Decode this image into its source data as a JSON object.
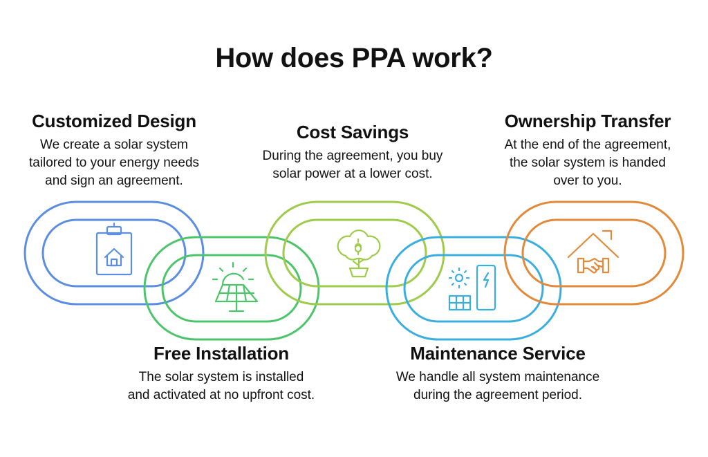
{
  "title": "How does PPA work?",
  "colors": {
    "blue": "#5b8ee0",
    "green": "#4cc56a",
    "lime": "#9ecc4a",
    "cyan": "#3aaede",
    "orange": "#e2893a"
  },
  "steps": [
    {
      "heading": "Customized Design",
      "lines": [
        "We create a solar system",
        "tailored to your energy needs",
        "and sign an agreement."
      ],
      "icon": "clipboard-house-icon",
      "color": "blue"
    },
    {
      "heading": "Free Installation",
      "lines": [
        "The solar system is installed",
        "and activated at no upfront cost."
      ],
      "icon": "solar-panel-sun-icon",
      "color": "green"
    },
    {
      "heading": "Cost Savings",
      "lines": [
        "During the agreement, you buy",
        "solar power at a lower cost."
      ],
      "icon": "money-tree-icon",
      "color": "lime"
    },
    {
      "heading": "Maintenance Service",
      "lines": [
        "We handle all system maintenance",
        "during the agreement period."
      ],
      "icon": "solar-battery-icon",
      "color": "cyan"
    },
    {
      "heading": "Ownership Transfer",
      "lines": [
        "At the end of the agreement,",
        "the solar system is handed",
        "over to you."
      ],
      "icon": "house-handshake-icon",
      "color": "orange"
    }
  ]
}
